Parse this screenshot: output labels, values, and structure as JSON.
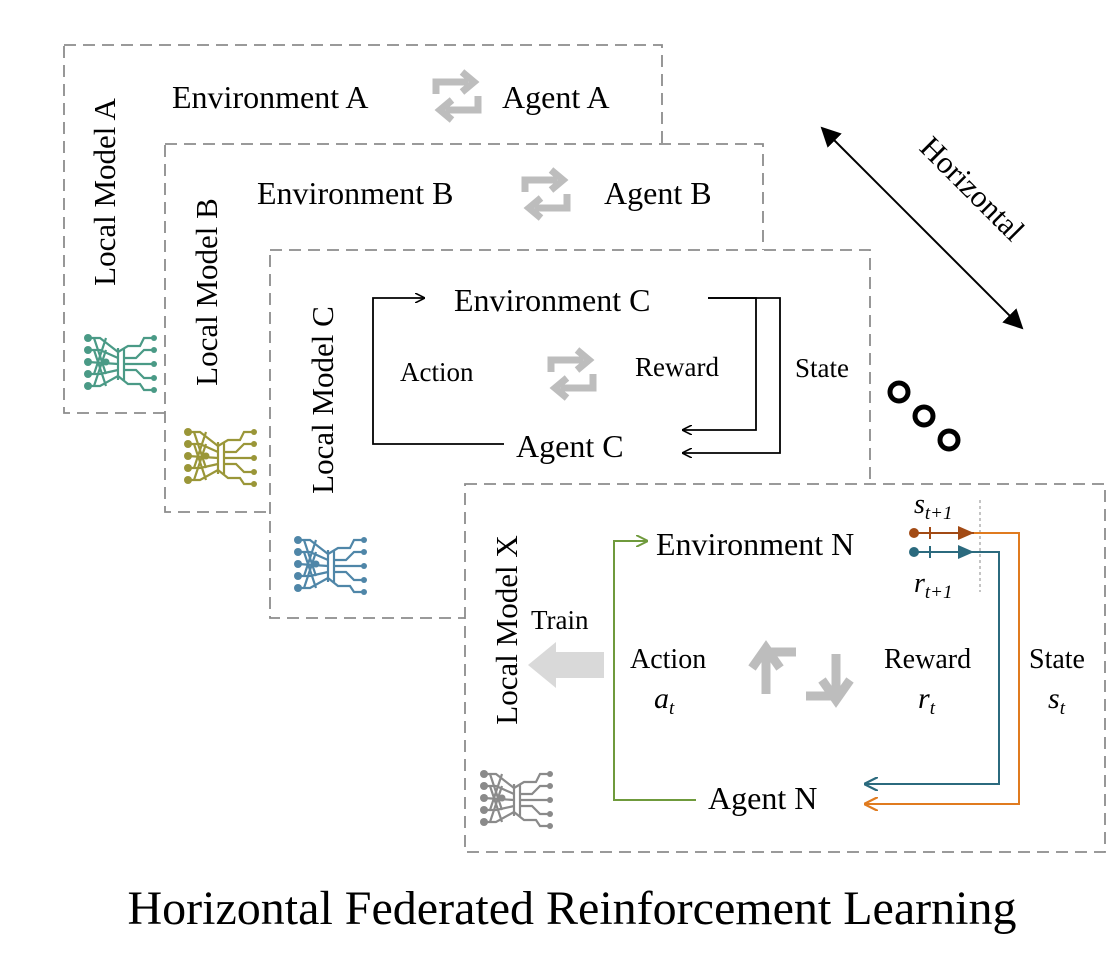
{
  "title": "Horizontal Federated Reinforcement Learning",
  "axis_label": "Horizontal",
  "panels": {
    "a": {
      "model_label": "Local Model A",
      "environment": "Environment A",
      "agent": "Agent A"
    },
    "b": {
      "model_label": "Local Model B",
      "environment": "Environment B",
      "agent": "Agent B"
    },
    "c": {
      "model_label": "Local Model C",
      "environment": "Environment C",
      "agent": "Agent C",
      "action": "Action",
      "reward": "Reward",
      "state": "State"
    },
    "x": {
      "model_label": "Local Model X",
      "environment": "Environment N",
      "agent": "Agent N",
      "action": "Action",
      "reward": "Reward",
      "state": "State",
      "train": "Train",
      "action_sym": "a",
      "reward_sym": "r",
      "state_sym": "s",
      "sub_t": "t",
      "sub_t1": "t+1"
    }
  },
  "colors": {
    "icon_a": "#4a9a86",
    "icon_b": "#9a9638",
    "icon_c": "#4f86a8",
    "icon_x": "#8a8a8a",
    "action_line": "#6f9a3c",
    "reward_line": "#2b6a7e",
    "state_line": "#e07b1f",
    "state_dot": "#a24a14",
    "dash_border": "#8c8c8c",
    "cycle_icon": "#bdbdbd"
  }
}
